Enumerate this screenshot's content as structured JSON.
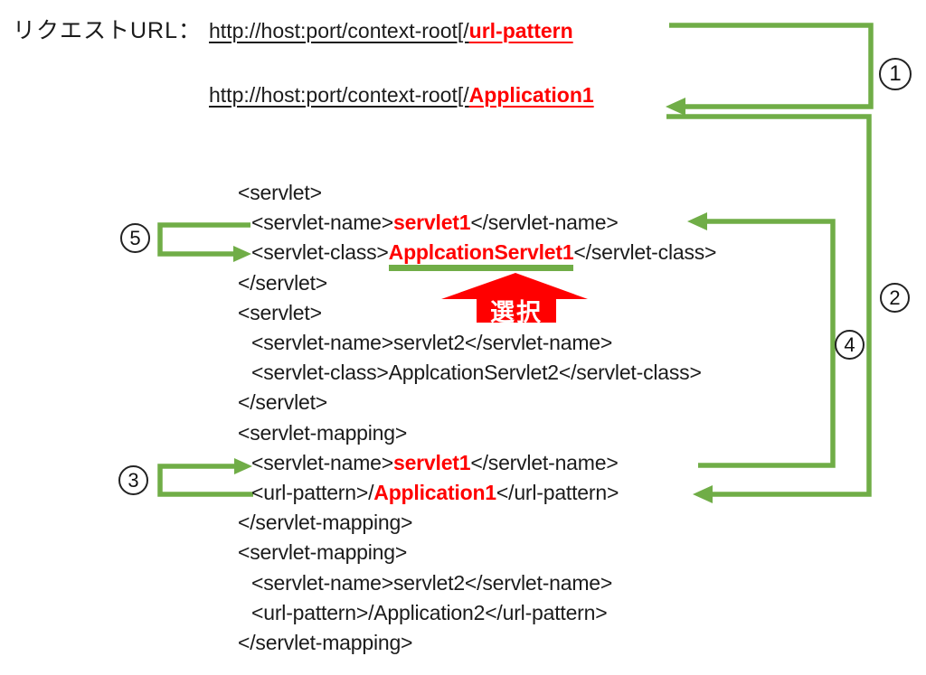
{
  "colors": {
    "green": "#70AD47",
    "red": "#FF0000",
    "ink": "#1b1b1b"
  },
  "header": {
    "label": "リクエストURL：",
    "line1_base": "http://host:port/context-root[/",
    "line1_highlight": "url-pattern",
    "line2_base": "http://host:port/context-root[/",
    "line2_highlight": "Application1"
  },
  "selection_label": "選択",
  "badges": {
    "b1": "1",
    "b2": "2",
    "b3": "3",
    "b4": "4",
    "b5": "5"
  },
  "code": {
    "lines": [
      {
        "indent": 0,
        "segments": [
          {
            "t": "<servlet>",
            "s": "plain"
          }
        ]
      },
      {
        "indent": 1,
        "segments": [
          {
            "t": "<servlet-name>",
            "s": "plain"
          },
          {
            "t": "servlet1",
            "s": "red"
          },
          {
            "t": "</servlet-name>",
            "s": "plain"
          }
        ]
      },
      {
        "indent": 1,
        "segments": [
          {
            "t": "<servlet-class>",
            "s": "plain"
          },
          {
            "t": "ApplcationServlet1",
            "s": "redu"
          },
          {
            "t": "</servlet-class>",
            "s": "plain"
          }
        ]
      },
      {
        "indent": 0,
        "segments": [
          {
            "t": "</servlet>",
            "s": "plain"
          }
        ]
      },
      {
        "indent": 0,
        "segments": [
          {
            "t": "<servlet>",
            "s": "plain"
          }
        ]
      },
      {
        "indent": 1,
        "segments": [
          {
            "t": "<servlet-name>servlet2</servlet-name>",
            "s": "plain"
          }
        ]
      },
      {
        "indent": 1,
        "segments": [
          {
            "t": "<servlet-class>ApplcationServlet2</servlet-class>",
            "s": "plain"
          }
        ]
      },
      {
        "indent": 0,
        "segments": [
          {
            "t": "</servlet>",
            "s": "plain"
          }
        ]
      },
      {
        "indent": 0,
        "segments": [
          {
            "t": "<servlet-mapping>",
            "s": "plain"
          }
        ]
      },
      {
        "indent": 1,
        "segments": [
          {
            "t": "<servlet-name>",
            "s": "plain"
          },
          {
            "t": "servlet1",
            "s": "red"
          },
          {
            "t": "</servlet-name>",
            "s": "plain"
          }
        ]
      },
      {
        "indent": 1,
        "segments": [
          {
            "t": "<url-pattern>/",
            "s": "plain"
          },
          {
            "t": "Application1",
            "s": "red"
          },
          {
            "t": "</url-pattern>",
            "s": "plain"
          }
        ]
      },
      {
        "indent": 0,
        "segments": [
          {
            "t": "</servlet-mapping>",
            "s": "plain"
          }
        ]
      },
      {
        "indent": 0,
        "segments": [
          {
            "t": "<servlet-mapping>",
            "s": "plain"
          }
        ]
      },
      {
        "indent": 1,
        "segments": [
          {
            "t": "<servlet-name>servlet2</servlet-name>",
            "s": "plain"
          }
        ]
      },
      {
        "indent": 1,
        "segments": [
          {
            "t": "<url-pattern>/Application2</url-pattern>",
            "s": "plain"
          }
        ]
      },
      {
        "indent": 0,
        "segments": [
          {
            "t": "</servlet-mapping>",
            "s": "plain"
          }
        ]
      }
    ]
  }
}
